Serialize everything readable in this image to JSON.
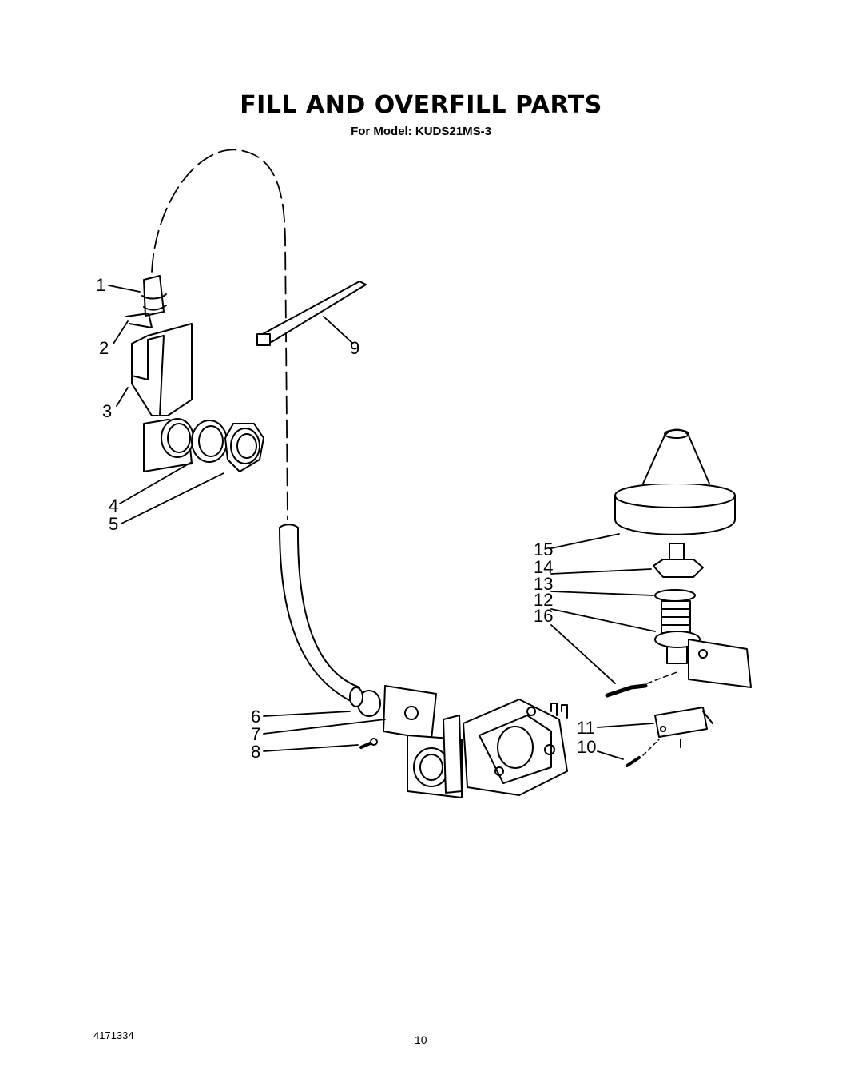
{
  "header": {
    "title": "FILL AND OVERFILL PARTS",
    "subtitle": "For Model: KUDS21MS-3"
  },
  "callouts": [
    "1",
    "2",
    "3",
    "4",
    "5",
    "6",
    "7",
    "8",
    "9",
    "10",
    "11",
    "12",
    "13",
    "14",
    "15",
    "16"
  ],
  "footer": {
    "doc_number": "4171334",
    "page_number": "10"
  }
}
